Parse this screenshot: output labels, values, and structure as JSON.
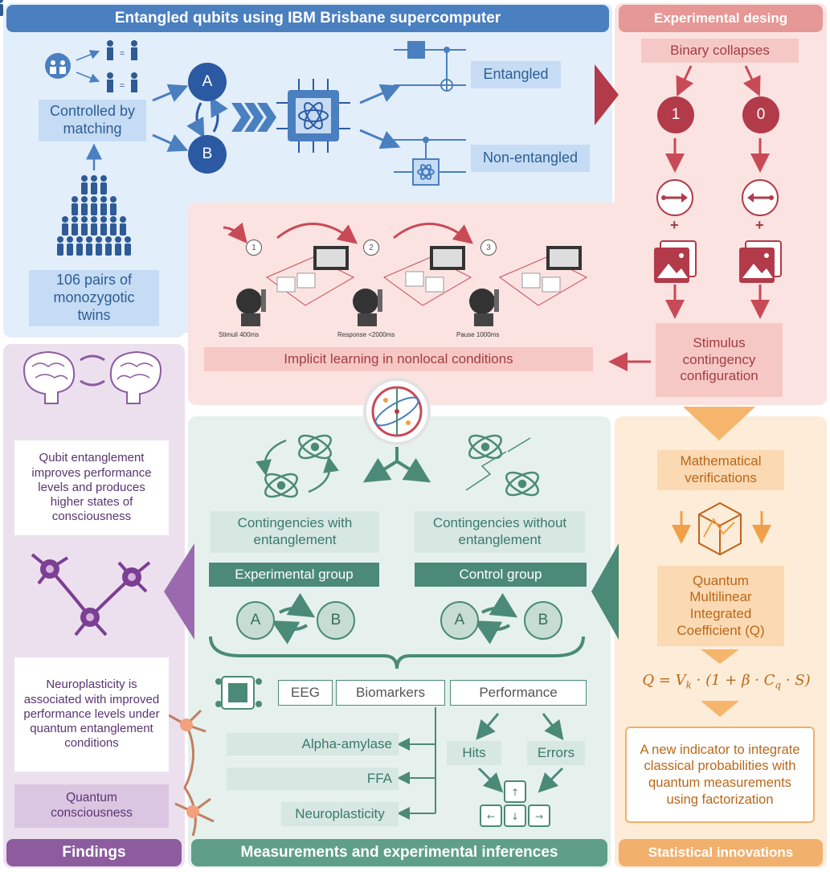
{
  "titles": {
    "top_left": "Entangled qubits using IBM Brisbane supercomputer",
    "top_right": "Experimental desing",
    "bottom_left": "Findings",
    "bottom_mid": "Measurements and experimental inferences",
    "bottom_right": "Statistical innovations"
  },
  "blue": {
    "controlled": "Controlled by matching",
    "twins": "106 pairs of monozygotic twins",
    "qubit_a": "A",
    "qubit_b": "B",
    "entangled": "Entangled",
    "non_entangled": "Non-entangled"
  },
  "red": {
    "binary": "Binary collapses",
    "one": "1",
    "zero": "0",
    "plus": "+",
    "stimulus": "Stimulus contingency configuration",
    "implicit": "Implicit learning in nonlocal conditions",
    "steps": [
      "1",
      "2",
      "3"
    ],
    "step_labels": [
      "Stimuli 400ms",
      "Response <2000ms",
      "Pause 1000ms"
    ]
  },
  "green": {
    "cont_ent": "Contingencies with entanglement",
    "cont_noent": "Contingencies without entanglement",
    "exp_group": "Experimental group",
    "ctrl_group": "Control group",
    "a": "A",
    "b": "B",
    "eeg": "EEG",
    "biomarkers": "Biomarkers",
    "performance": "Performance",
    "alpha": "Alpha-amylase",
    "ffa": "FFA",
    "neuro": "Neuroplasticity",
    "hits": "Hits",
    "errors": "Errors"
  },
  "orange": {
    "math": "Mathematical verifications",
    "qmic": "Quantum Multilinear Integrated Coefficient (Q)",
    "formula": "Q = V",
    "formula_sub": "k",
    "formula_rest": " · (1 + β · C",
    "formula_sub2": "q",
    "formula_end": " · S)",
    "indicator": "A new indicator to integrate classical probabilities with quantum measurements using factorization"
  },
  "purple": {
    "finding1": "Qubit entanglement improves performance levels and produces higher states of consciousness",
    "finding2": "Neuroplasticity is associated with improved performance levels under quantum entanglement conditions",
    "finding3": "Quantum consciousness"
  },
  "colors": {
    "blue_panel": "#e3eefb",
    "blue_title": "#4a7fc0",
    "red_panel": "#fbe3e1",
    "red_title": "#e59895",
    "green_panel": "#e6f1ed",
    "green_title": "#5f9f8a",
    "orange_panel": "#fdecd7",
    "orange_title": "#f1b06c",
    "purple_panel": "#ece0ef",
    "purple_title": "#8c5c9f"
  }
}
